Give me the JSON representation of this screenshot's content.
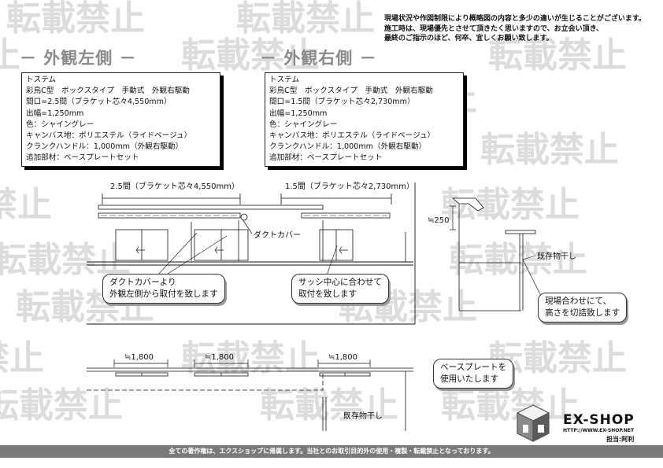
{
  "watermark": {
    "text": "転載禁止"
  },
  "notes": [
    "現場状況や作図制限により概略図の内容と多少の違いが生じることがございます。",
    "施工時は、現場優先とさせて頂きたく思いますので、お立会い頂き、",
    "最終のご指示のほど、何卒、宜しくお願い致します。"
  ],
  "headings": {
    "left": "－ 外観左側 －",
    "right": "－ 外観右側 －"
  },
  "spec_left": [
    "トステム",
    "彩鳥C型　ボックスタイプ　手動式　外観右駆動",
    "間口=2.5間（ブラケット芯々4,550mm）",
    "出幅=1,250mm",
    "色：シャイングレー",
    "キャンバス地：ポリエステル（ライドベージュ）",
    "クランクハンドル：1,000mm（外観右駆動）",
    "追加部材：ベースプレートセット"
  ],
  "spec_right": [
    "トステム",
    "彩鳥C型　ボックスタイプ　手動式　外観右駆動",
    "間口=1.5間（ブラケット芯々2,730mm）",
    "出幅=1,250mm",
    "色：シャイングレー",
    "キャンバス地：ポリエステル（ライドベージュ）",
    "クランクハンドル：1,000mm（外観右駆動）",
    "追加部材：ベースプレートセット"
  ],
  "diagram": {
    "dim_left": "2.5間（ブラケット芯々4,550mm）",
    "dim_right": "1.5間（ブラケット芯々2,730mm）",
    "duct_cover": "ダクトカバー",
    "height_250": "≒250",
    "existing_pole_top": "既存物干し",
    "plan_dim_1": "≒1,800",
    "plan_dim_2": "≒1,800",
    "plan_dim_3": "≒1,800",
    "existing_pole_bottom": "既存物干し"
  },
  "callouts": {
    "duct": [
      "ダクトカバーより",
      "外観左側から取付を致します"
    ],
    "sash": [
      "サッシ中心に合わせて",
      "取付を致します"
    ],
    "onsite": [
      "現場合わせにて、",
      "高さを切詰致します"
    ],
    "baseplate": [
      "ベースプレートを",
      "使用いたします"
    ]
  },
  "logo": {
    "name": "EX-SHOP",
    "url": "HTTP://WWW.EX-SHOP.NET",
    "staff": "担当:阿利"
  },
  "footer": "全ての著作権は、エクスショップに帰属します。当社とのお取引目的外の使用・複製・転載禁止となっております。"
}
